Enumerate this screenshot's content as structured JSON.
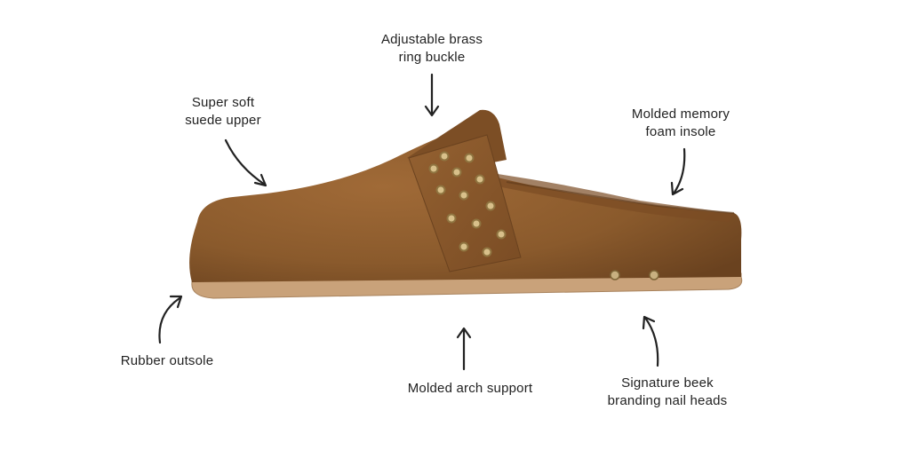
{
  "callouts": {
    "buckle": {
      "line1": "Adjustable brass",
      "line2": "ring buckle"
    },
    "upper": {
      "line1": "Super soft",
      "line2": "suede upper"
    },
    "insole": {
      "line1": "Molded memory",
      "line2": "foam insole"
    },
    "outsole": {
      "line1": "Rubber outsole"
    },
    "arch": {
      "line1": "Molded arch support"
    },
    "nails": {
      "line1": "Signature beek",
      "line2": "branding nail heads"
    }
  },
  "colors": {
    "suede": "#8a5a2c",
    "suede_dark": "#6e4520",
    "sole": "#c9a27a",
    "grommet": "#c9b07a",
    "text": "#222222",
    "arrow": "#222222"
  },
  "icons": {
    "product": "suede-clog-illustration",
    "arrows": "hand-drawn-arrow-icon"
  }
}
